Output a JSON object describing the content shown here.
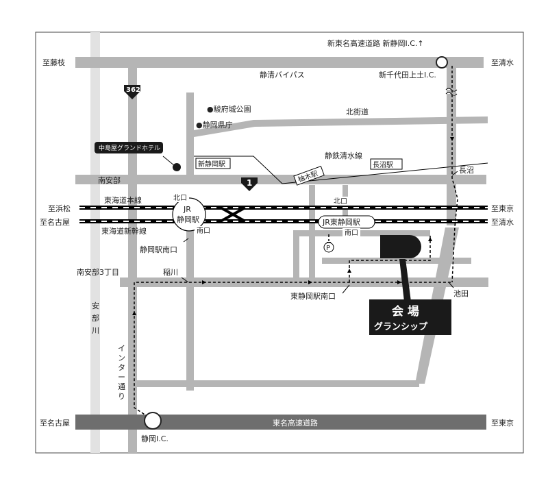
{
  "labels": {
    "shintomei": "新東名高速道路 新静岡I.C.↑",
    "to_fujieda": "至藤枝",
    "to_shimizu_top": "至清水",
    "seishin_bypass": "静清バイパス",
    "shinchiyoda": "新千代田上土I.C.",
    "route362": "362",
    "sunpu_park": "●駿府城公園",
    "pref_office": "●静岡県庁",
    "kitakaido": "北街道",
    "hotel": "中島屋グランドホテル",
    "shinshizuoka_st": "新静岡駅",
    "seitetsu_line": "静鉄清水線",
    "yuzunoki_st": "柚木駅",
    "naganuma_st": "長沼駅",
    "naganuma": "長沼",
    "minamiabe": "南安部",
    "route1": "1",
    "kitaguchi1": "北口",
    "kitaguchi2": "北口",
    "jr1": "JR",
    "jr2": "静岡駅",
    "to_hamamatsu": "至浜松",
    "to_nagoya_mid": "至名古屋",
    "tokaido_line": "東海道本線",
    "tokaido_shinkansen": "東海道新幹線",
    "to_tokyo_mid": "至東京",
    "to_shimizu_mid": "至清水",
    "jr_higashi_shizuoka": "JR東静岡駅",
    "minamiguchi1": "南口",
    "minamiguchi2": "南口",
    "parking": "P",
    "shizuoka_minamiguchi": "静岡駅南口",
    "minamiabe3": "南安部3丁目",
    "inagawa": "稲川",
    "higashi_minamiguchi": "東静岡駅南口",
    "ikeda": "池田",
    "venue1": "会 場",
    "venue2": "グランシップ",
    "abe_river": [
      "安",
      "部",
      "川"
    ],
    "inter_road": [
      "イ",
      "ン",
      "タ",
      "ー",
      "通",
      "り"
    ],
    "to_nagoya_bottom": "至名古屋",
    "tomei": "東名高速道路",
    "to_tokyo_bottom": "至東京",
    "shizuoka_ic": "静岡I.C."
  },
  "colors": {
    "road": "#b5b5b5",
    "expressway": "#6e6e6e",
    "river": "#e2e2e2",
    "rail": "#000000",
    "venue": "#1a1a1a"
  }
}
